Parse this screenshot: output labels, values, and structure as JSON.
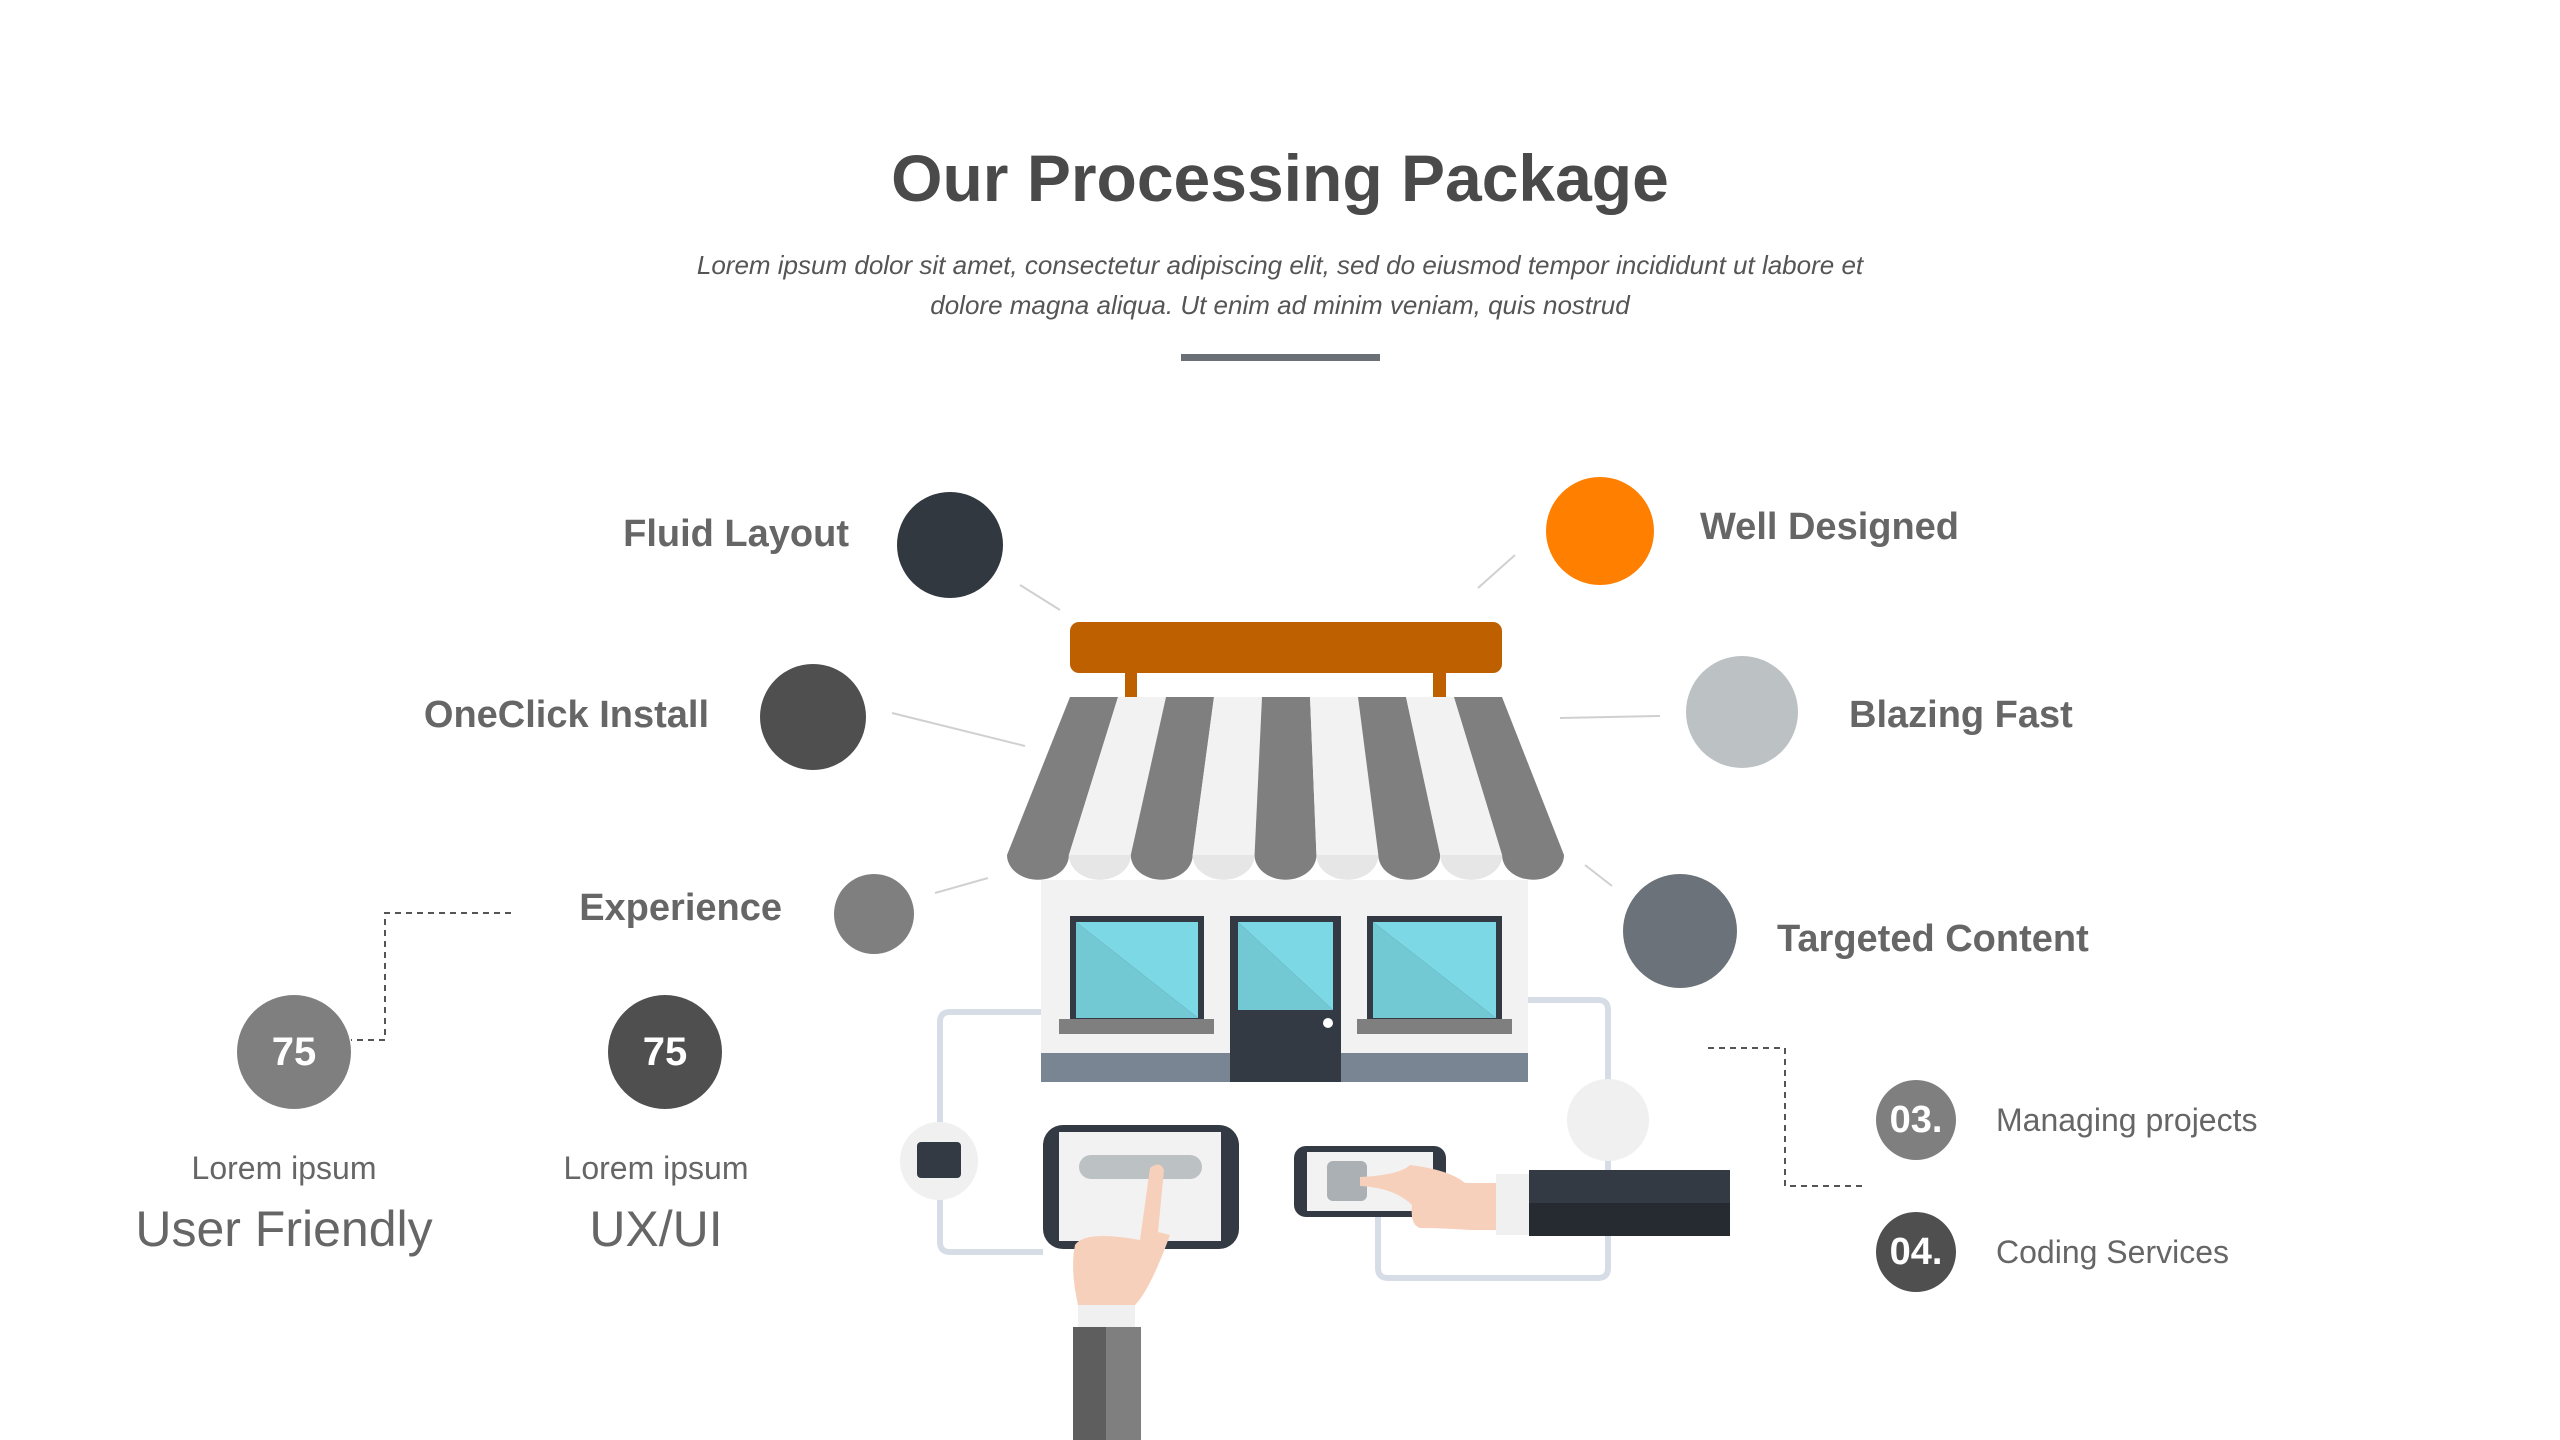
{
  "header": {
    "title": "Our Processing Package",
    "subtitle_line1": "Lorem ipsum dolor sit amet, consectetur adipiscing elit, sed do eiusmod tempor incididunt ut labore et",
    "subtitle_line2": "dolore magna aliqua. Ut enim ad minim veniam, quis nostrud"
  },
  "features": {
    "fluid_layout": {
      "label": "Fluid Layout",
      "color": "#323840"
    },
    "oneclick_install": {
      "label": "OneClick Install",
      "color": "#4f4f4f"
    },
    "experience": {
      "label": "Experience",
      "color": "#7f7f7f"
    },
    "well_designed": {
      "label": "Well Designed",
      "color": "#ff8000"
    },
    "blazing_fast": {
      "label": "Blazing Fast",
      "color": "#bcc1c3"
    },
    "targeted_content": {
      "label": "Targeted Content",
      "color": "#6b7279"
    }
  },
  "stats": [
    {
      "value": "75",
      "caption": "Lorem ipsum",
      "title": "User Friendly",
      "color": "#7f7f7f"
    },
    {
      "value": "75",
      "caption": "Lorem ipsum",
      "title": "UX/UI",
      "color": "#4f4f4f"
    }
  ],
  "services": [
    {
      "number": "03.",
      "label": "Managing projects",
      "color": "#7f7f7f"
    },
    {
      "number": "04.",
      "label": "Coding Services",
      "color": "#4f4f4f"
    }
  ],
  "colors": {
    "sign": "#bf6000",
    "awning_dark": "#7f7f7f",
    "awning_light": "#f2f2f2",
    "glass": "#7dd8e6",
    "frame": "#333a44",
    "base": "#7a8594"
  }
}
